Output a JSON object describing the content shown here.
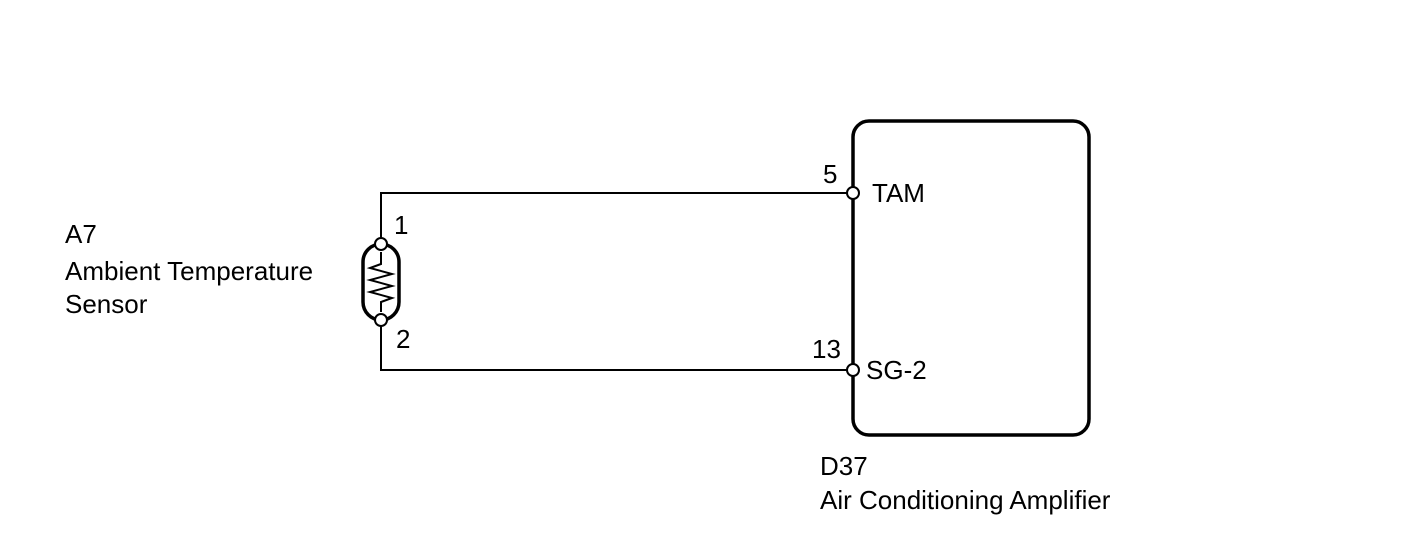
{
  "sensor": {
    "connector_code": "A7",
    "name_line1": "Ambient Temperature",
    "name_line2": "Sensor",
    "pin_top": "1",
    "pin_bottom": "2"
  },
  "amplifier": {
    "connector_code": "D37",
    "name": "Air Conditioning Amplifier",
    "pins": [
      {
        "number": "5",
        "label": "TAM"
      },
      {
        "number": "13",
        "label": "SG-2"
      }
    ]
  }
}
